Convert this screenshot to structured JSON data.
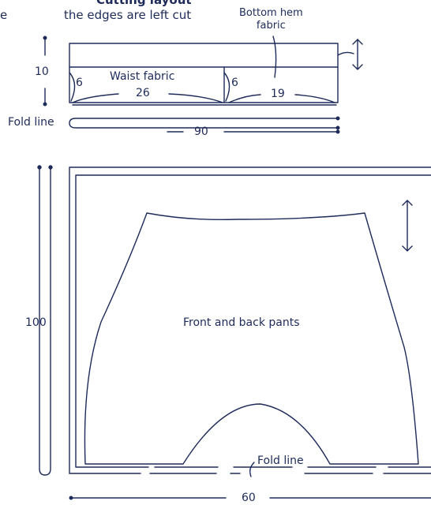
{
  "header": {
    "title": "Cutting layout",
    "subtitle": "the edges are left cut",
    "cut_left_fragment": "e"
  },
  "top_layout": {
    "bottom_hem_label": "Bottom hem\nfabric",
    "waist_label": "Waist fabric",
    "height_10": "10",
    "seam_6_left": "6",
    "seam_6_right": "6",
    "width_26": "26",
    "width_19": "19",
    "fold_line": "Fold line",
    "total_90": "90"
  },
  "bottom_layout": {
    "piece_label": "Front and back pants",
    "height_100": "100",
    "fold_line": "Fold line",
    "width_60": "60"
  },
  "colors": {
    "ink": "#1e2b5a",
    "background": "#ffffff"
  }
}
